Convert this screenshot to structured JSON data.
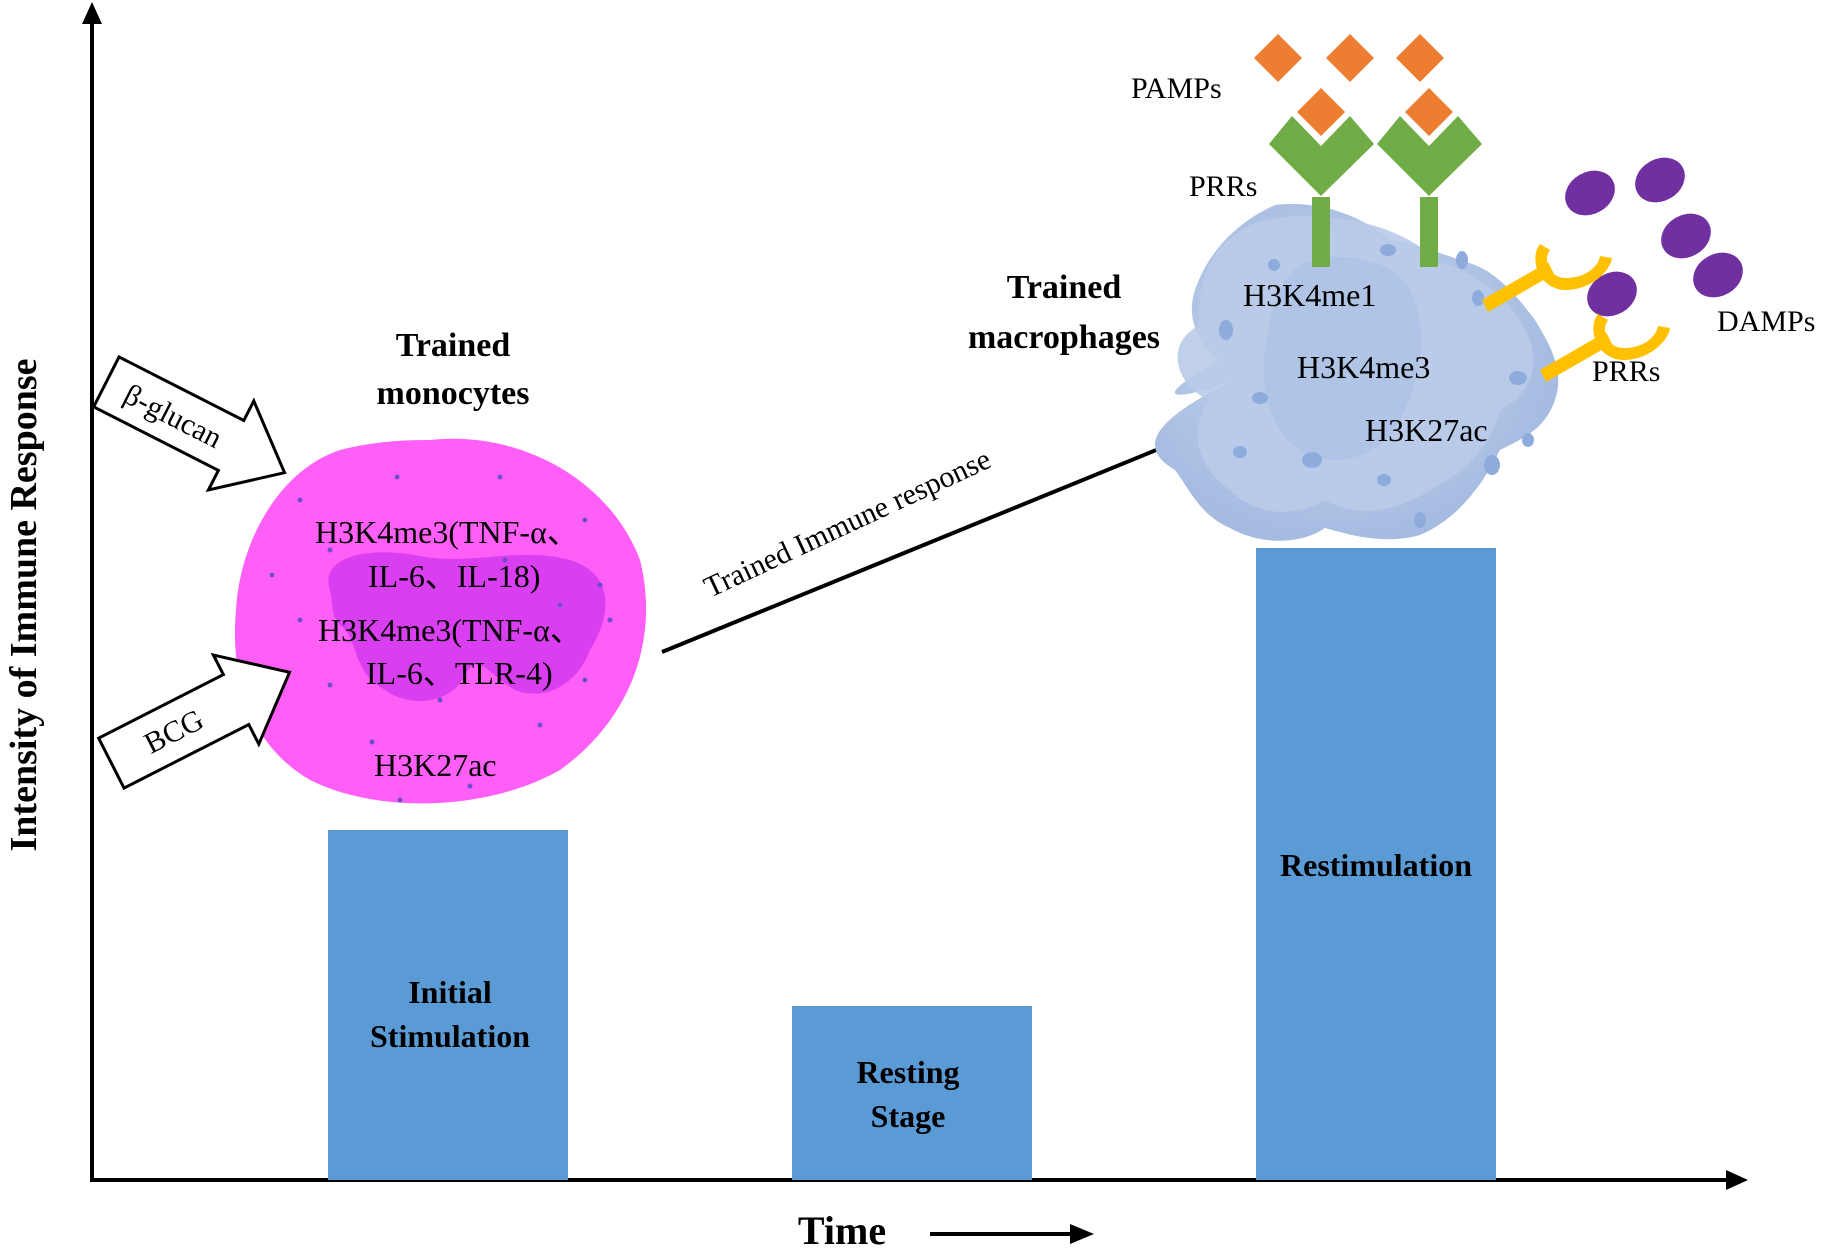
{
  "axes": {
    "y_label": "Intensity of Immune Response",
    "x_label": "Time"
  },
  "bars": [
    {
      "label_line1": "Initial",
      "label_line2": "Stimulation",
      "color": "#5b9bd5"
    },
    {
      "label_line1": "Resting",
      "label_line2": "Stage",
      "color": "#5b9bd5"
    },
    {
      "label_line1": "Restimulation",
      "color": "#5b9bd5"
    }
  ],
  "monocyte": {
    "title_line1": "Trained",
    "title_line2": "monocytes",
    "text_1a": "H3K4me3(TNF-α、",
    "text_1b": "IL-6、IL-18)",
    "text_2a": "H3K4me3(TNF-α、",
    "text_2b": "IL-6、TLR-4)",
    "text_3": "H3K27ac",
    "cell_color": "#ff5ef7",
    "nucleus_color": "#d93ef0",
    "stimulus_1": "β-glucan",
    "stimulus_2": "BCG"
  },
  "transition": {
    "label": "Trained Immune response"
  },
  "macrophage": {
    "title_line1": "Trained",
    "title_line2": "macrophages",
    "mark_1": "H3K4me1",
    "mark_2": "H3K4me3",
    "mark_3": "H3K27ac",
    "cell_color": "#b7c8e6",
    "pamps_label": "PAMPs",
    "prrs_top_label": "PRRs",
    "damps_label": "DAMPs",
    "prrs_right_label": "PRRs",
    "pamp_color": "#ed7d31",
    "prr_green": "#70ad47",
    "prr_yellow": "#ffc000",
    "damp_color": "#7030a0"
  }
}
